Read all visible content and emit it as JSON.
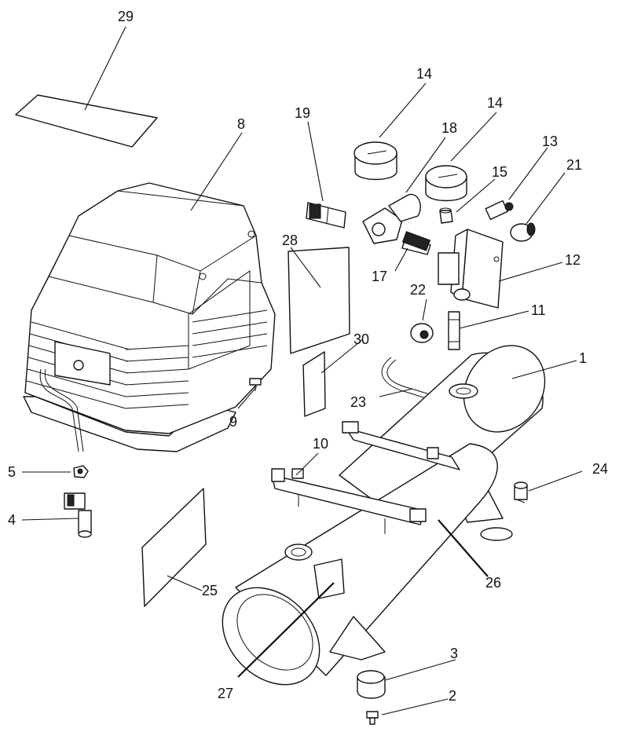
{
  "labels": {
    "l1": "1",
    "l2": "2",
    "l3": "3",
    "l4": "4",
    "l5": "5",
    "l8": "8",
    "l9": "9",
    "l10": "10",
    "l11": "11",
    "l12": "12",
    "l13": "13",
    "l14a": "14",
    "l14b": "14",
    "l15": "15",
    "l17": "17",
    "l18": "18",
    "l19": "19",
    "l21": "21",
    "l22": "22",
    "l23": "23",
    "l24": "24",
    "l25": "25",
    "l26": "26",
    "l27": "27",
    "l28": "28",
    "l29": "29",
    "l30": "30"
  },
  "colors": {
    "line": "#111111",
    "background": "#ffffff"
  }
}
